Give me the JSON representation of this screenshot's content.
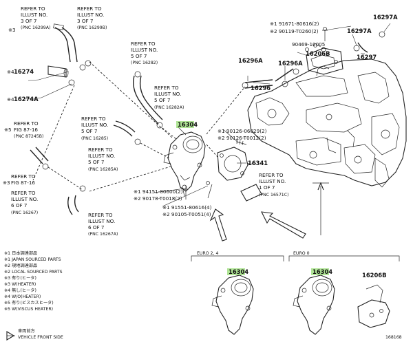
{
  "callouts": {
    "refer_16299a": [
      "REFER TO",
      "ILLUST NO.",
      "3 OF 7",
      "(PNC 16299A)"
    ],
    "refer_16299b": [
      "REFER TO",
      "ILLUST NO.",
      "3 OF 7",
      "(PNC 16299B)"
    ],
    "refer_16282": [
      "REFER TO",
      "ILLUST NO.",
      "5 OF 7",
      "(PNC 16282)"
    ],
    "refer_16282a": [
      "REFER TO",
      "ILLUST NO.",
      "5 OF 7",
      "(PNC 16282A)"
    ],
    "refer_16285": [
      "REFER TO",
      "ILLUST NO.",
      "5 OF 7",
      "(PNC 16285)"
    ],
    "refer_16285a": [
      "REFER TO",
      "ILLUST NO.",
      "5 OF 7",
      "(PNC 16285A)"
    ],
    "refer_fig_87_16_a": [
      "REFER TO",
      "FIG 87-16",
      "(PNC 87245B)"
    ],
    "refer_fig_87_16_b": [
      "REFER TO",
      "FIG 87-16"
    ],
    "refer_16267": [
      "REFER TO",
      "ILLUST NO.",
      "6 OF 7",
      "(PNC 16267)"
    ],
    "refer_16267a": [
      "REFER TO",
      "ILLUST NO.",
      "6 OF 7",
      "(PNC 16267A)"
    ],
    "refer_16571c": [
      "REFER TO",
      "ILLUST NO.",
      "1 OF 7",
      "(PNC 16571C)"
    ]
  },
  "marks": {
    "m3a": "※3",
    "m5": "※5",
    "m3b": "※3",
    "m4a": "※4",
    "m4b": "※4"
  },
  "parts": {
    "p16274": "16274",
    "p16274a": "16274A",
    "p16304_main": "16304",
    "p16341": "16341",
    "p16296a_a": "16296A",
    "p16296a_b": "16296A",
    "p16296": "16296",
    "p16206b": "16206B",
    "p90469": "90469-10005",
    "p16297a_top": "16297A",
    "p16297a": "16297A",
    "p16297": "16297",
    "p91671": "※1  91671-80616(2)",
    "p90119": "※2  90119-T0260(2)",
    "p90126_1": "※1  90126-06029(2)",
    "p90126_2": "※2  90126-T0012(2)",
    "p94151": "※1  94151-80600(2)",
    "p90178": "※2  90178-T0018(2)",
    "p91551": "※1  91551-80616(4)",
    "p90105": "※2  90105-T0051(4)",
    "p16304_euro24": "16304",
    "p16304_euro0": "16304",
    "p16206b_euro0": "16206B"
  },
  "variants": {
    "euro24": "EURO 2, 4",
    "euro0": "EURO 0"
  },
  "legend": [
    "※1 日本調達部品",
    "※1 JAPAN SOURCED PARTS",
    "※2 現地調達部品",
    "※2 LOCAL SOURCED PARTS",
    "※3 有り(ヒータ)",
    "※3 W(HEATER)",
    "※4 無し(ヒータ)",
    "※4 W/O(HEATER)",
    "※5 有り(ビスカスヒータ)",
    "※5 W(VISCUS HEATER)"
  ],
  "vehicle_front": [
    "車両前方",
    "VEHICLE FRONT SIDE"
  ],
  "figure_id": "168168"
}
